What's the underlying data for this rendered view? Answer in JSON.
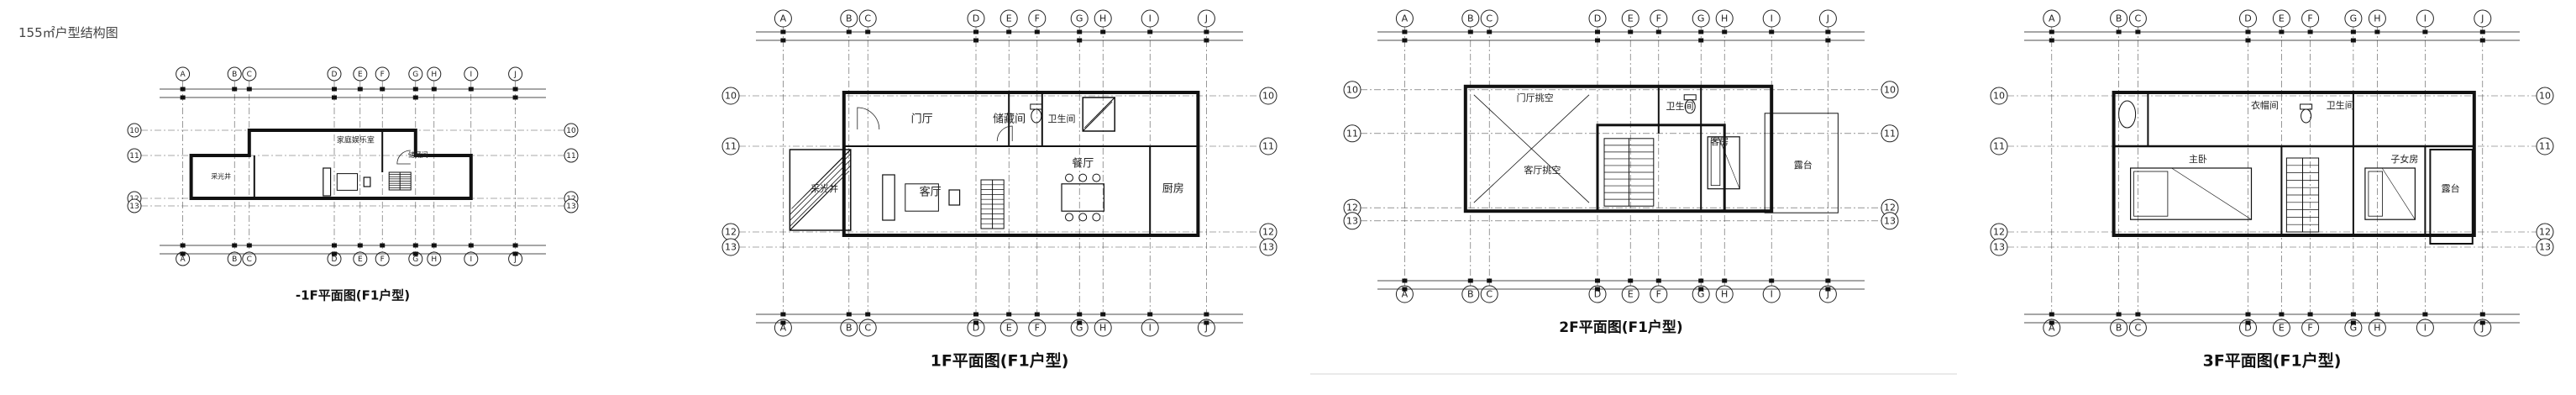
{
  "page_title": "155㎡户型结构图",
  "plans": [
    {
      "caption": "-1F平面图(F1户型)",
      "rooms": [
        "家庭娱乐室",
        "储藏间",
        "采光井"
      ],
      "axes_top": [
        "A",
        "B",
        "C",
        "D",
        "E",
        "F",
        "G",
        "H",
        "I",
        "J"
      ],
      "axes_side": [
        "10",
        "11",
        "12",
        "13"
      ]
    },
    {
      "caption": "1F平面图(F1户型)",
      "rooms": [
        "门厅",
        "储藏间",
        "客厅",
        "餐厅",
        "厨房",
        "采光井",
        "卫生间"
      ],
      "axes_top": [
        "A",
        "B",
        "C",
        "D",
        "E",
        "F",
        "G",
        "H",
        "I",
        "J"
      ],
      "axes_side": [
        "10",
        "11",
        "12",
        "13"
      ]
    },
    {
      "caption": "2F平面图(F1户型)",
      "rooms": [
        "门厅挑空",
        "客厅挑空",
        "卫生间",
        "客房",
        "露台"
      ],
      "axes_top": [
        "A",
        "B",
        "C",
        "D",
        "E",
        "F",
        "G",
        "H",
        "I",
        "J"
      ],
      "axes_side": [
        "10",
        "11",
        "12",
        "13"
      ]
    },
    {
      "caption": "3F平面图(F1户型)",
      "rooms": [
        "衣帽间",
        "卫生间",
        "主卧",
        "子女房",
        "露台"
      ],
      "axes_top": [
        "A",
        "B",
        "C",
        "D",
        "E",
        "F",
        "G",
        "H",
        "I",
        "J"
      ],
      "axes_side": [
        "10",
        "11",
        "12",
        "13"
      ]
    }
  ]
}
